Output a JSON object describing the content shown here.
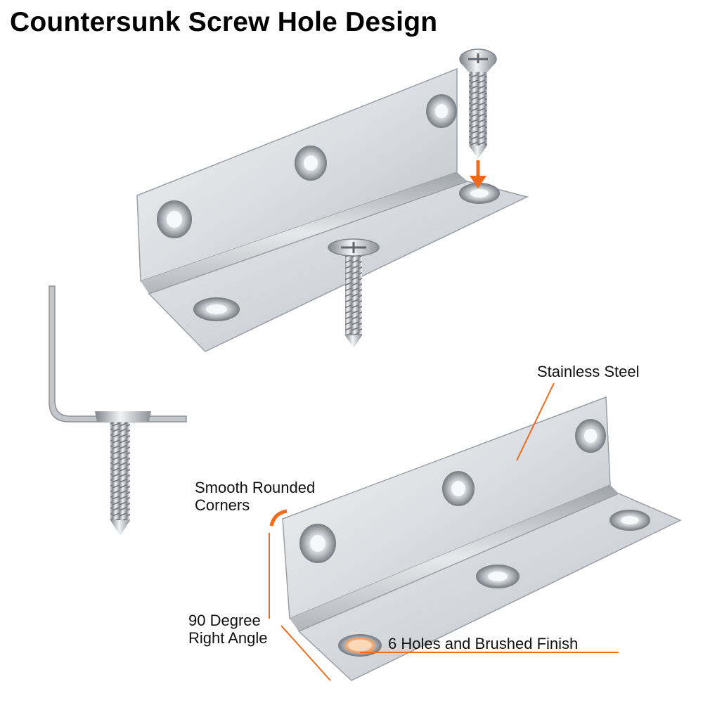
{
  "title": "Countersunk Screw Hole Design",
  "labels": {
    "stainless": "Stainless Steel",
    "rounded_line1": "Smooth Rounded",
    "rounded_line2": "Corners",
    "angle_line1": "90 Degree",
    "angle_line2": "Right Angle",
    "holes": "6 Holes and Brushed Finish"
  },
  "colors": {
    "callout": "#f26a1b",
    "metal_light": "#eef0f2",
    "metal_mid": "#c8ccd1",
    "metal_dark": "#8d9298"
  }
}
